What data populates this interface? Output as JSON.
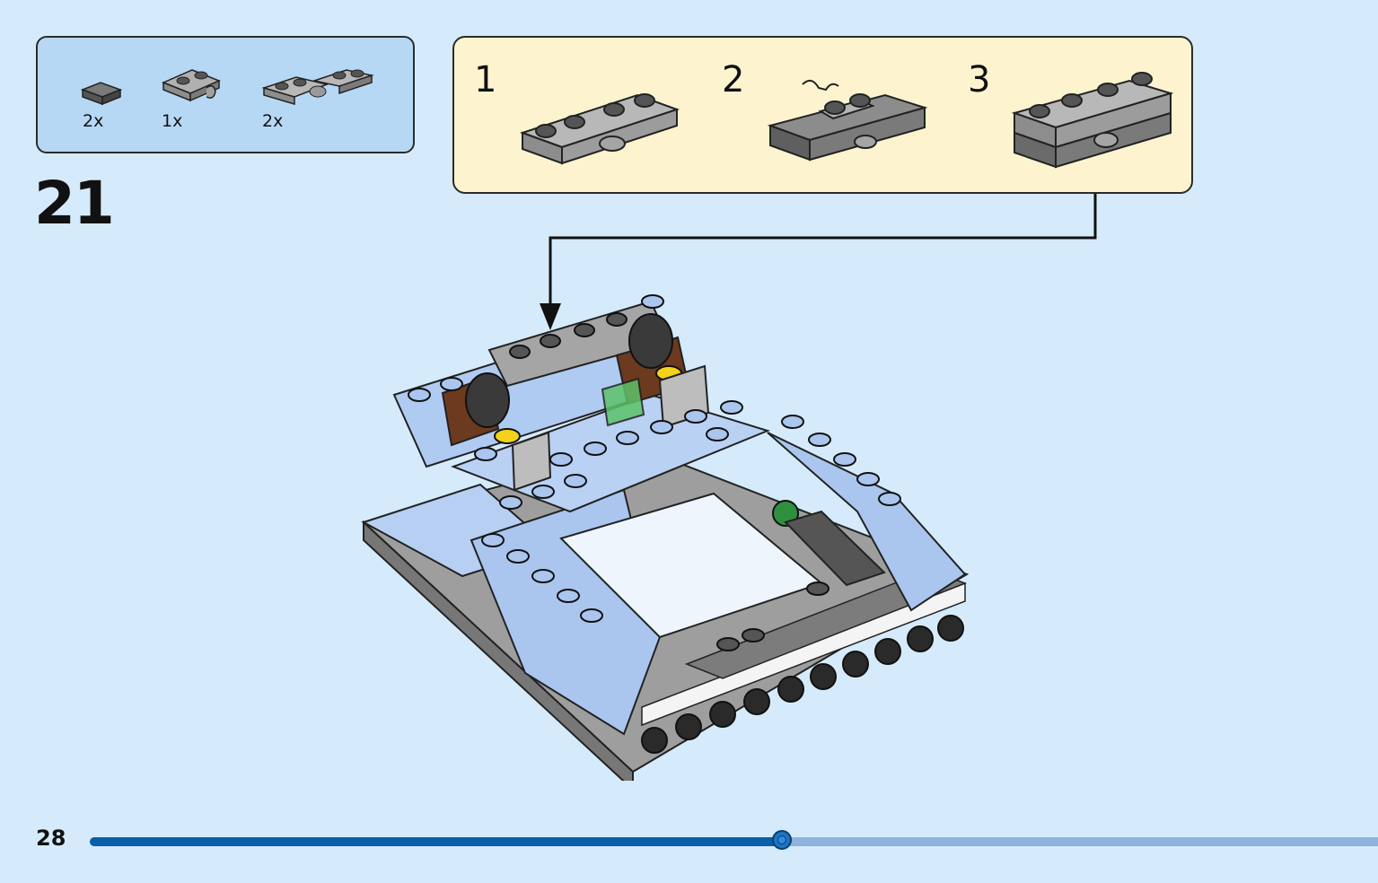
{
  "parts_list": {
    "items": [
      {
        "name": "flat-tile-dark-gray",
        "quantity": "2x"
      },
      {
        "name": "clip-plate-gray",
        "quantity": "1x"
      },
      {
        "name": "hinge-plate-gray",
        "quantity": "2x"
      }
    ]
  },
  "step": {
    "number": "21"
  },
  "sub_steps": [
    {
      "label": "1"
    },
    {
      "label": "2"
    },
    {
      "label": "3"
    }
  ],
  "page": {
    "number": "28"
  },
  "progress": {
    "fraction": 0.537
  },
  "colors": {
    "background": "#d5ebfb",
    "parts_box": "#b6d8f4",
    "substep_box": "#fdf4cf",
    "brick_light_blue": "#aac8ef",
    "brick_gray": "#a7a7a7",
    "brick_dark_gray": "#6b6b6b",
    "progress_fill": "#0a5fa8",
    "progress_track": "#8fb2de"
  }
}
